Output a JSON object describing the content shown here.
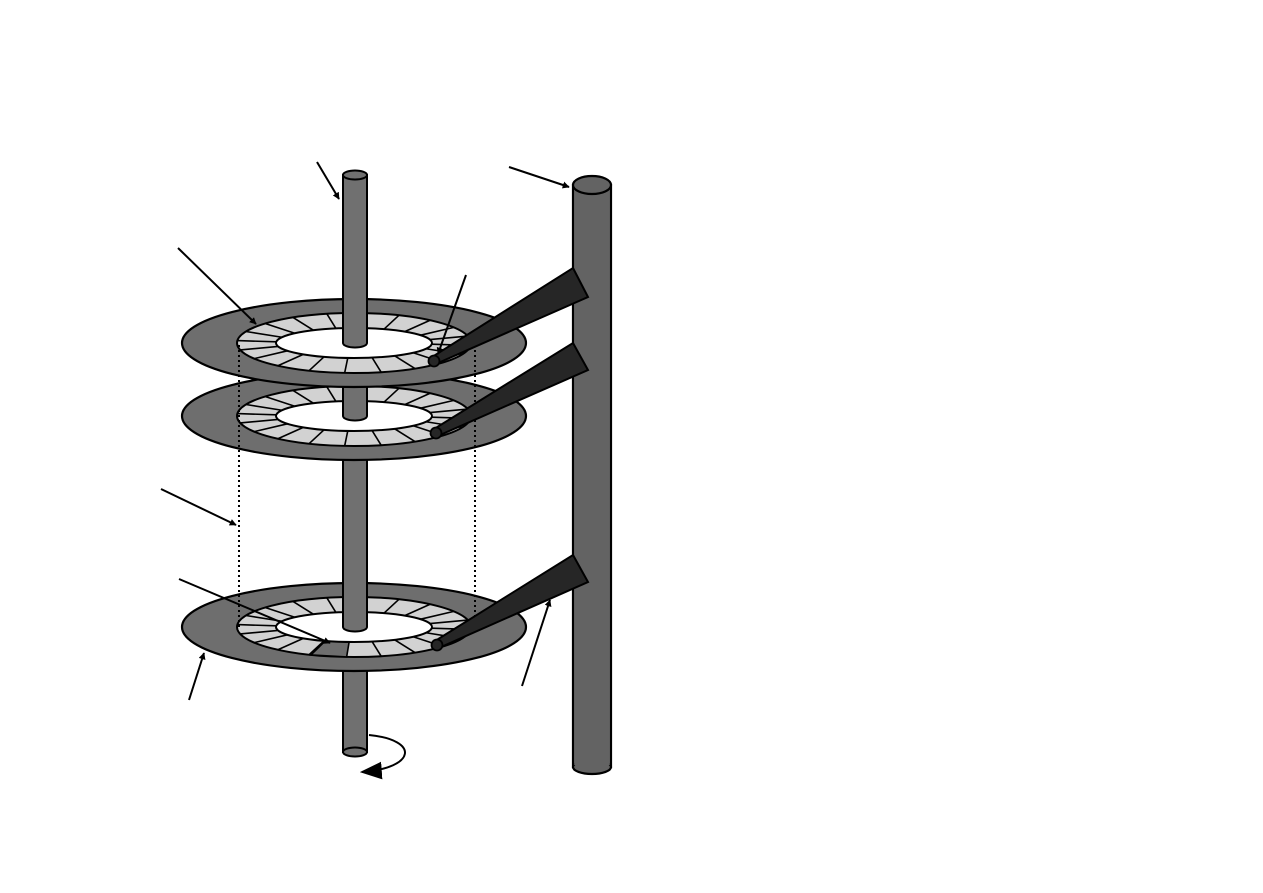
{
  "diagram": {
    "caption": "",
    "platter_count": 3,
    "sectors_per_track": 20,
    "rotation_direction": "counter-clockwise",
    "colors": {
      "platter": "#6e6e6e",
      "track_ring": "#d2d2d2",
      "spindle": "#707070",
      "actuator_arm": "#636363",
      "read_write_head": "#262626",
      "outline": "#000000",
      "background": "#ffffff"
    },
    "labels": []
  }
}
